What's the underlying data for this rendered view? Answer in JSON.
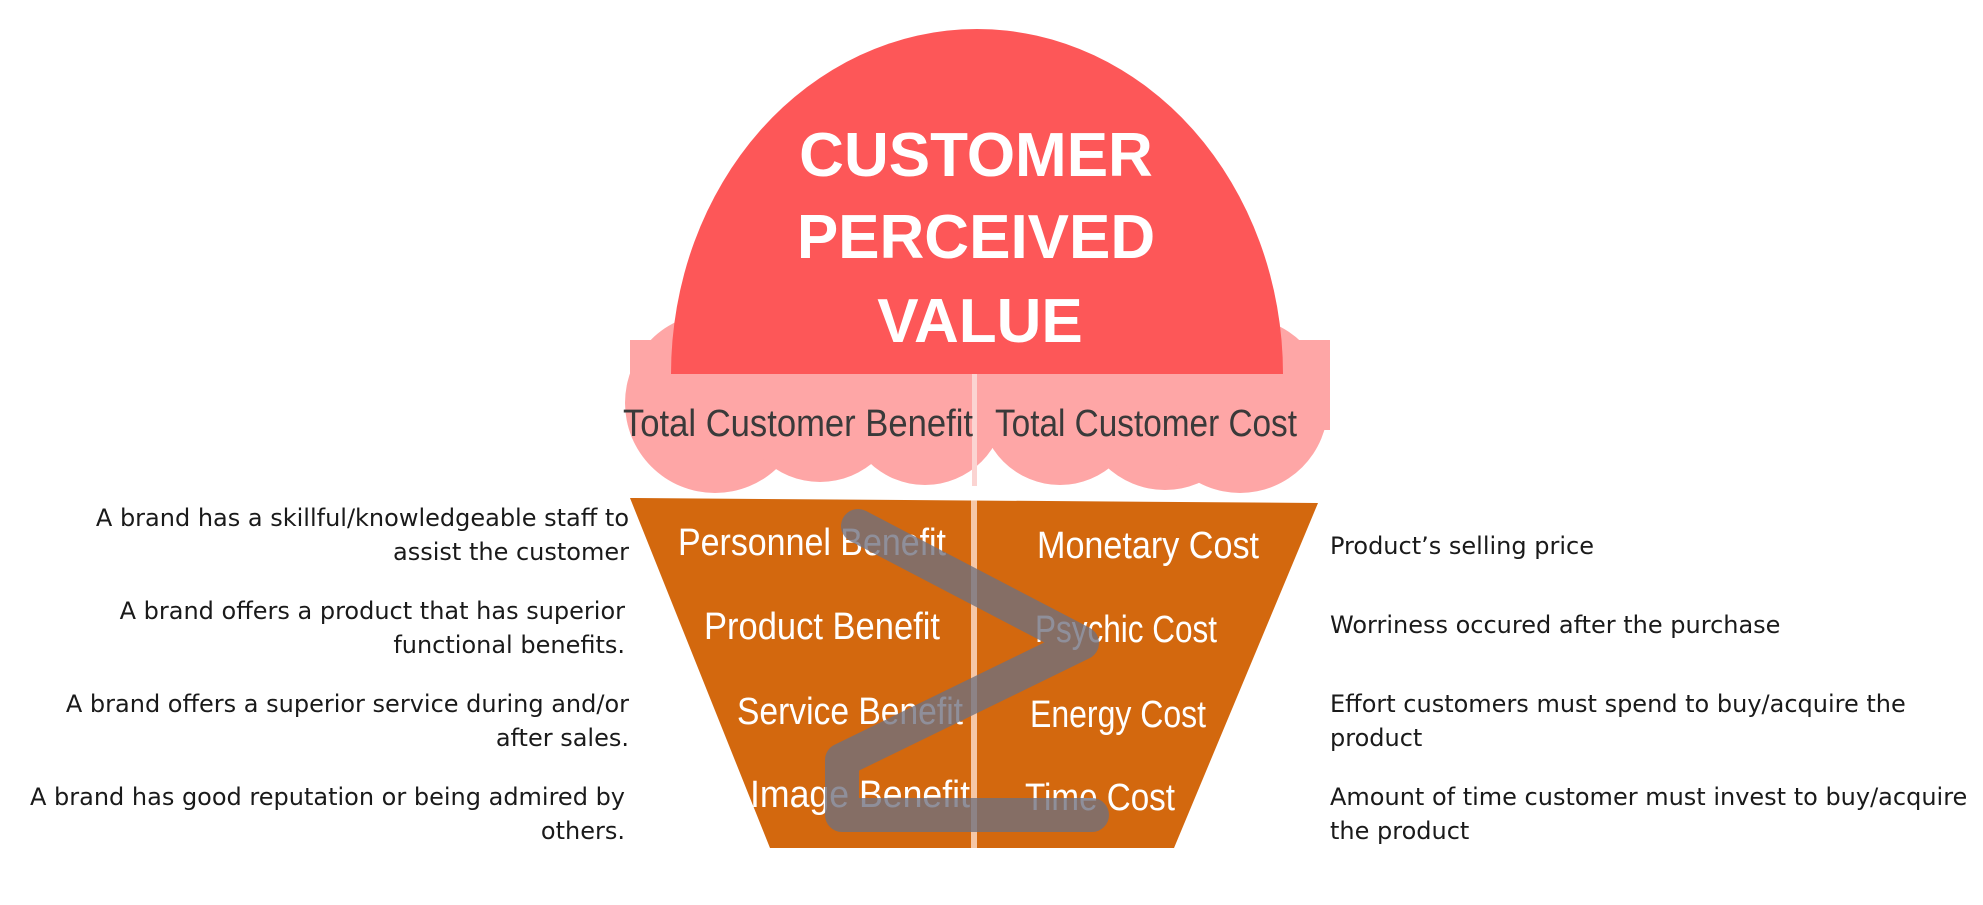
{
  "title": {
    "line1": "CUSTOMER",
    "line2": "PERCEIVED",
    "line3": "VALUE"
  },
  "scoop": {
    "left": "Total Customer Benefit",
    "right": "Total Customer Cost"
  },
  "benefits": [
    "Personnel Benefit",
    "Product Benefit",
    "Service Benefit",
    "Image Benefit"
  ],
  "costs": [
    "Monetary Cost",
    "Psychic Cost",
    "Energy Cost",
    "Time Cost"
  ],
  "benefit_descriptions": [
    "A brand has a skillful/knowledgeable staff to\nassist the customer",
    "A brand offers a product that has superior\nfunctional benefits.",
    "A brand offers a superior service during and/or\nafter sales.",
    "A brand has good reputation or being admired by\nothers."
  ],
  "cost_descriptions": [
    "Product’s selling price",
    "Worriness occured after the purchase",
    "Effort customers must spend to buy/acquire the\nproduct",
    "Amount of time customer must invest to buy/acquire\nthe product"
  ],
  "colors": {
    "dome": "#fd5758",
    "scoop": "#fea6a6",
    "cone": "#d3680e",
    "divider": "#f6c7a6",
    "z_mark": "#8a7570",
    "z_overlap_text": "#a9c2e8"
  },
  "icons": {
    "z_mark": "z-shape-icon"
  }
}
